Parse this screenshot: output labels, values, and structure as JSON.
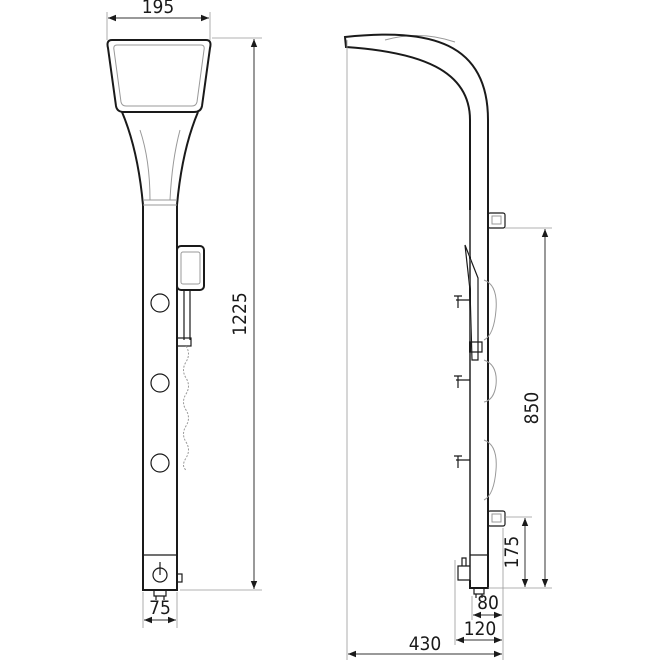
{
  "title": "Shower panel technical drawing",
  "front_view": {
    "width_dim": "195",
    "height_dim": "1225",
    "base_dim": "75",
    "body_jets": 3
  },
  "side_view": {
    "jets_span_dim": "850",
    "mixer_dim": "175",
    "depth_dim": "80",
    "total_depth_dim": "120",
    "projection_dim": "430"
  },
  "colors": {
    "line": "#1a1a1a",
    "dimension": "#333333",
    "extension": "#999999"
  }
}
